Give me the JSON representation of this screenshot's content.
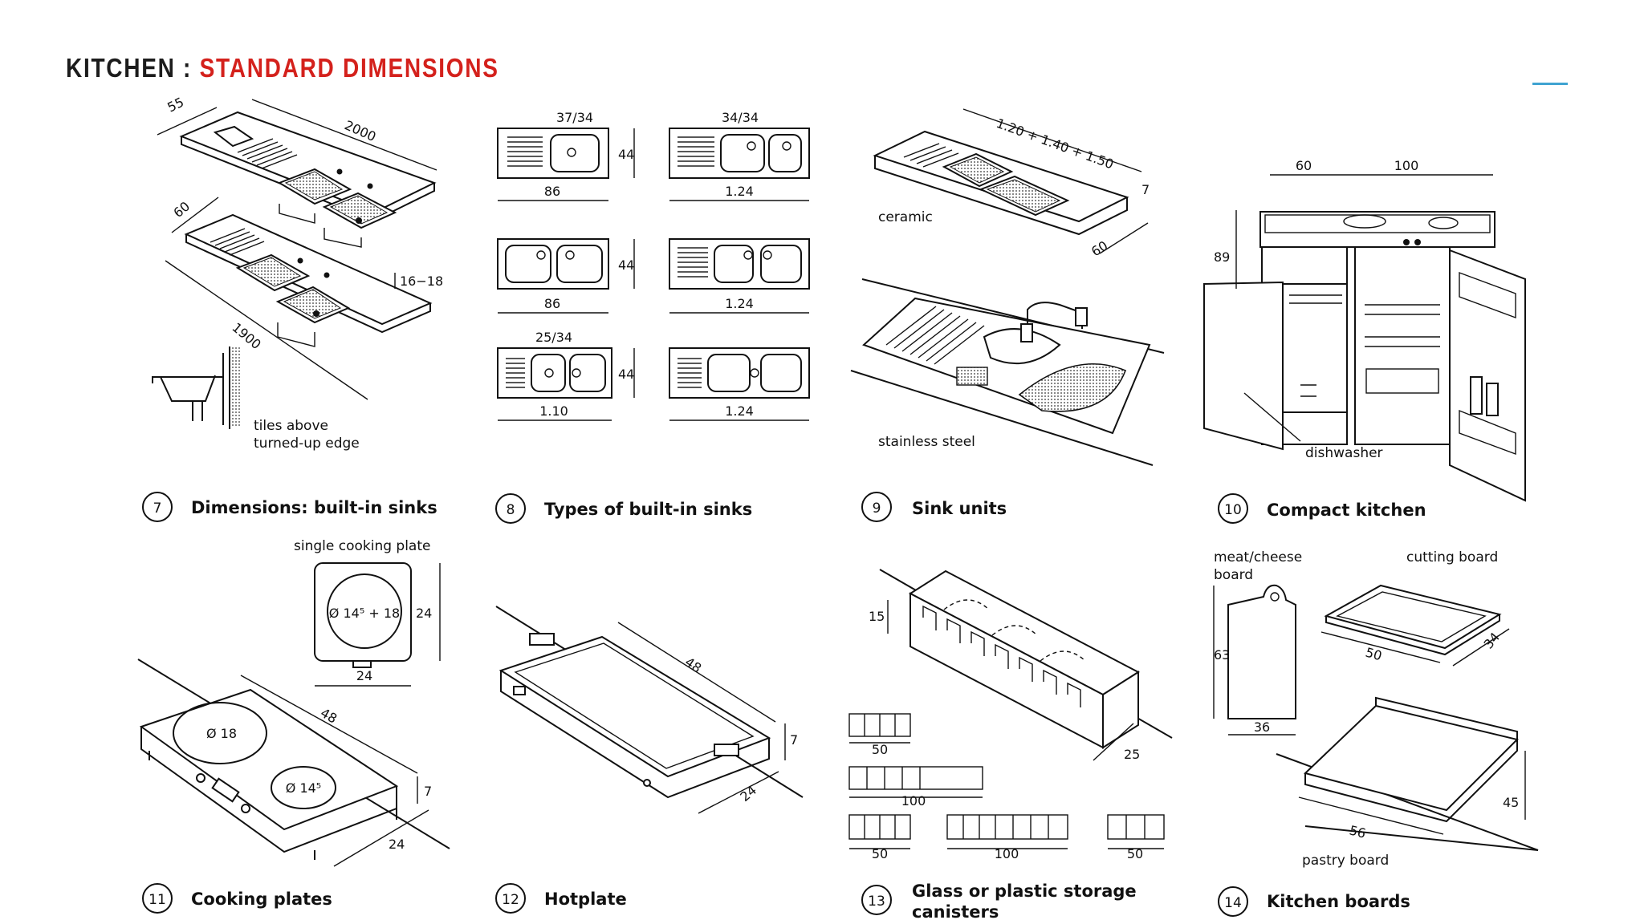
{
  "header": {
    "title_prefix": "KITCHEN : ",
    "title_accent": "STANDARD DIMENSIONS"
  },
  "colors": {
    "title": "#1c1c1c",
    "accent": "#d4211c",
    "accent_line": "#3fa3d1"
  },
  "figures": [
    {
      "number": "7",
      "caption": "Dimensions: built-in sinks",
      "labels": [
        "55",
        "2000",
        "60",
        "16−18",
        "1900",
        "tiles above",
        "turned-up edge"
      ]
    },
    {
      "number": "8",
      "caption": "Types of built-in sinks",
      "labels": [
        "37/34",
        "34/34",
        "44",
        "44",
        "44",
        "86",
        "1.24",
        "86",
        "1.24",
        "25/34",
        "1.10",
        "1.24"
      ]
    },
    {
      "number": "9",
      "caption": "Sink units",
      "labels": [
        "1.20 + 1.40 + 1.50",
        "7",
        "ceramic",
        "60",
        "stainless steel"
      ]
    },
    {
      "number": "10",
      "caption": "Compact kitchen",
      "labels": [
        "60",
        "100",
        "89",
        "dishwasher"
      ]
    },
    {
      "number": "11",
      "caption": "Cooking plates",
      "labels": [
        "single cooking plate",
        "Ø 14⁵ + 18",
        "24",
        "24",
        "48",
        "Ø 18",
        "Ø 14⁵",
        "7",
        "24"
      ]
    },
    {
      "number": "12",
      "caption": "Hotplate",
      "labels": [
        "48",
        "7",
        "24"
      ]
    },
    {
      "number": "13",
      "caption": "Glass or plastic storage",
      "caption_line2": "canisters",
      "labels": [
        "15",
        "25",
        "50",
        "100",
        "50",
        "100",
        "50"
      ]
    },
    {
      "number": "14",
      "caption": "Kitchen boards",
      "labels": [
        "meat/cheese",
        "board",
        "cutting board",
        "63",
        "50",
        "34",
        "36",
        "45",
        "56",
        "pastry board"
      ]
    }
  ]
}
